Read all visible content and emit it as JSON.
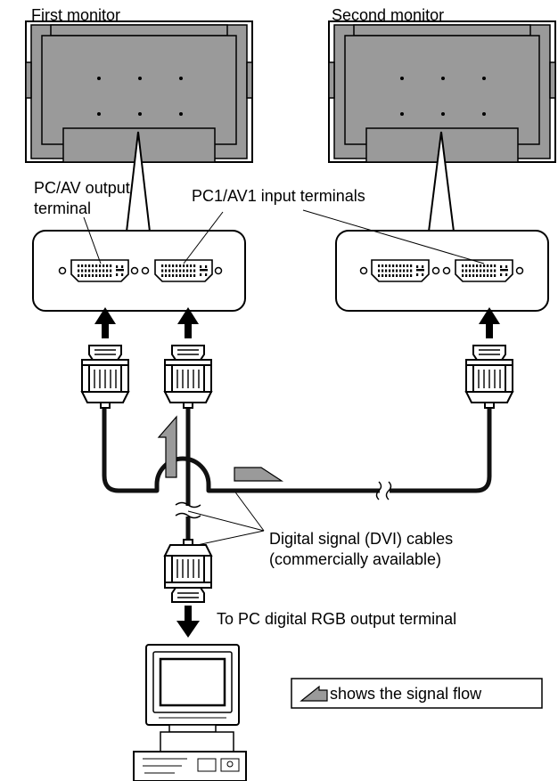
{
  "labels": {
    "first_monitor": "First monitor",
    "second_monitor": "Second monitor",
    "pcav_output_line1": "PC/AV output",
    "pcav_output_line2": "terminal",
    "pc1av1_input": "PC1/AV1 input terminals",
    "dvi_cables_line1": "Digital signal (DVI) cables",
    "dvi_cables_line2": "(commercially available)",
    "to_pc": "To PC digital RGB output terminal",
    "legend": "shows the signal flow"
  },
  "colors": {
    "monitor_body": "#9a9a9a",
    "monitor_frame": "#1a1a1a",
    "signal_arrow": "#9a9a9a",
    "cable": "#111111"
  },
  "icons": [
    "monitor-icon",
    "terminal-panel-icon",
    "dvi-connector-icon",
    "dvi-plug-icon",
    "signal-arrow-icon",
    "arrow-up-icon",
    "arrow-down-icon",
    "computer-icon"
  ]
}
